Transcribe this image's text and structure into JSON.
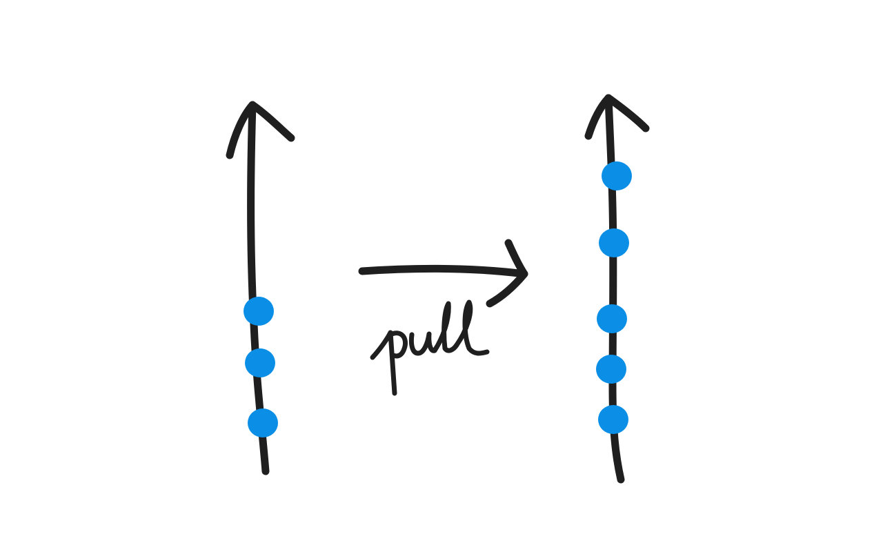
{
  "diagram": {
    "label": "pull",
    "dot_color": "#0a8ee6",
    "stroke_color": "#1f1f1f",
    "background": "#ffffff",
    "before": {
      "dot_count": 3
    },
    "after": {
      "dot_count": 5
    }
  }
}
